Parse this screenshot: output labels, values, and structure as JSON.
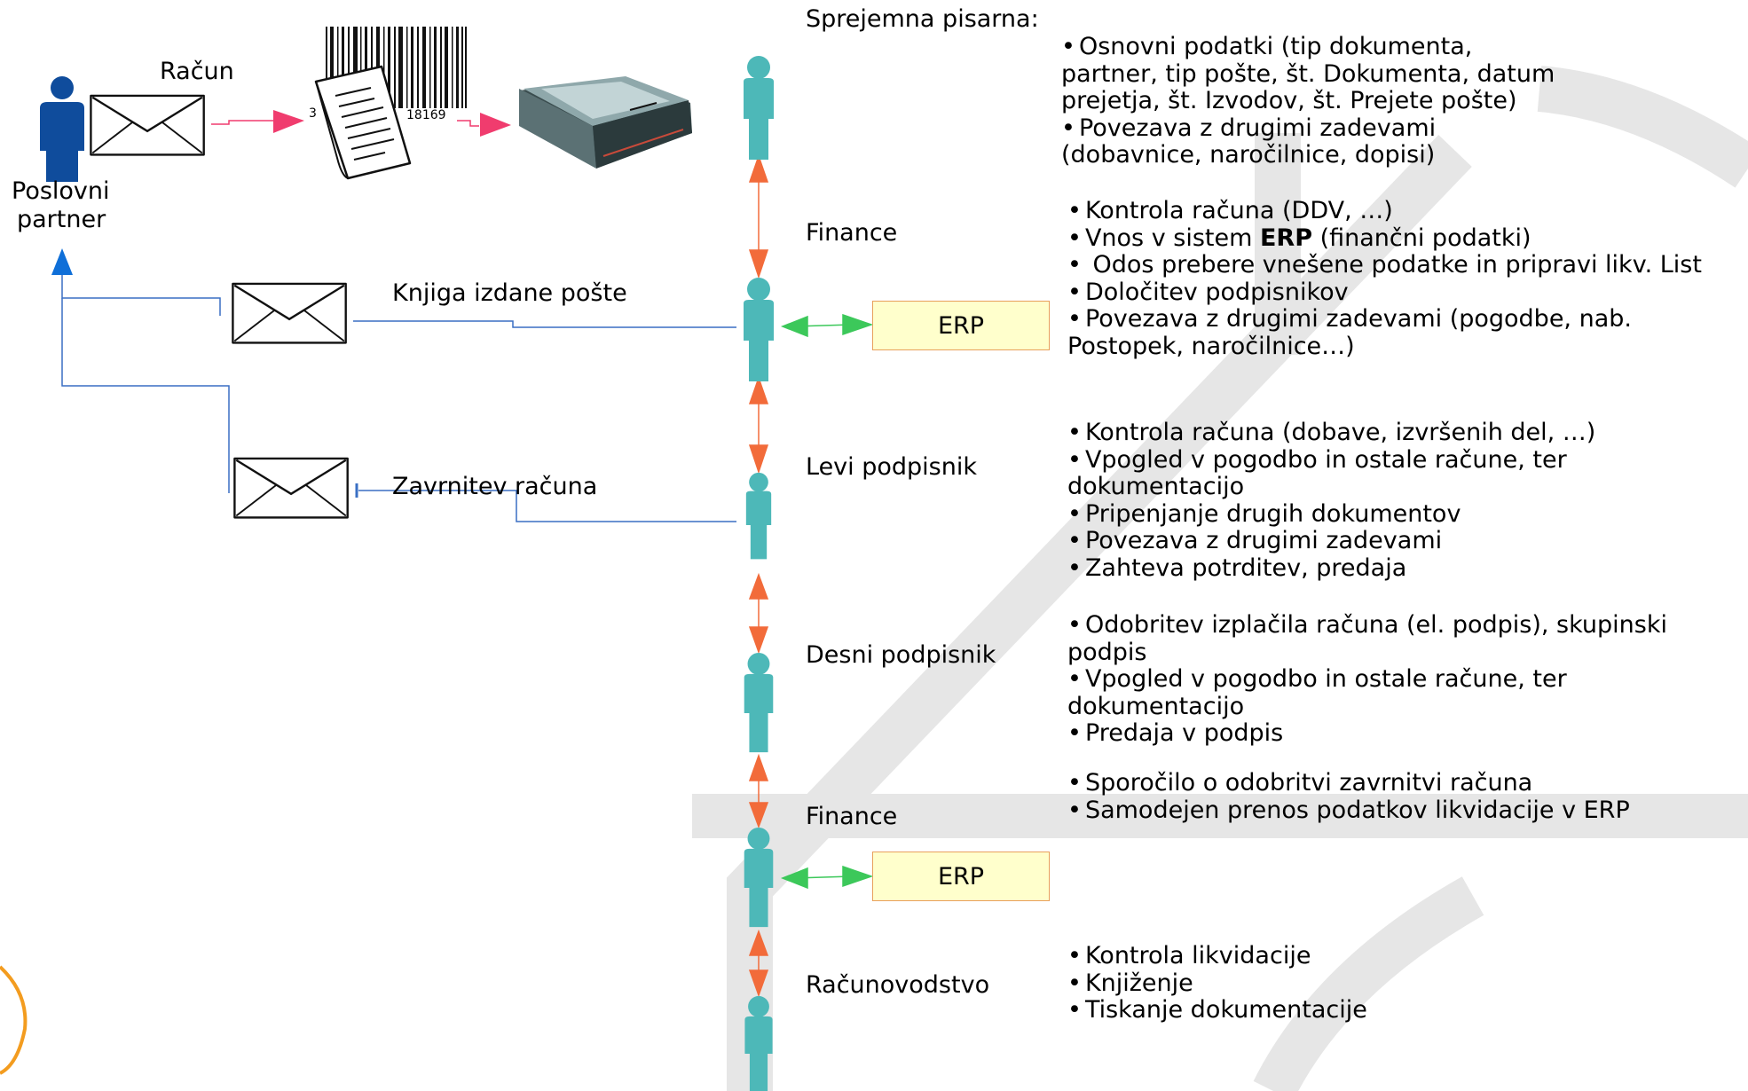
{
  "left": {
    "partner_label_line1": "Poslovni",
    "partner_label_line2": "partner",
    "racun_label": "Račun",
    "barcode_digits_left": "3",
    "barcode_digits_right": "18169",
    "knjiga_label": "Knjiga izdane pošte",
    "zavrnitev_label": "Zavrnitev računa"
  },
  "roles": [
    {
      "label": "Sprejemna pisarna:"
    },
    {
      "label": "Finance"
    },
    {
      "label": "Levi podpisnik"
    },
    {
      "label": "Desni podpisnik"
    },
    {
      "label": "Finance"
    },
    {
      "label": "Računovodstvo"
    }
  ],
  "erp_boxes": [
    {
      "label": "ERP"
    },
    {
      "label": "ERP"
    }
  ],
  "descriptions": {
    "sprejemna": [
      {
        "bullet": "•",
        "text": "Osnovni podatki (tip dokumenta,"
      },
      {
        "bullet": "",
        "text": "partner, tip pošte, št. Dokumenta, datum"
      },
      {
        "bullet": "",
        "text": "prejetja, št. Izvodov, št. Prejete pošte)"
      },
      {
        "bullet": "•",
        "text": "Povezava z drugimi zadevami"
      },
      {
        "bullet": "",
        "text": "(dobavnice, naročilnice, dopisi)"
      }
    ],
    "finance1": {
      "line1": "Kontrola računa (DDV, …)",
      "line2_pre": "Vnos v sistem ",
      "line2_bold": "ERP",
      "line2_post": " (finančni podatki)",
      "line3": " Odos prebere vnešene podatke in pripravi  likv. List",
      "line4": "Določitev podpisnikov",
      "line5": "Povezava z drugimi zadevami (pogodbe, nab.",
      "line6": "Postopek, naročilnice…)"
    },
    "levi": [
      {
        "bullet": "•",
        "text": "Kontrola računa (dobave, izvršenih del, …)"
      },
      {
        "bullet": "•",
        "text": "Vpogled v pogodbo in ostale račune, ter"
      },
      {
        "bullet": "",
        "text": "dokumentacijo"
      },
      {
        "bullet": "•",
        "text": "Pripenjanje drugih dokumentov"
      },
      {
        "bullet": "•",
        "text": "Povezava z drugimi zadevami"
      },
      {
        "bullet": "•",
        "text": "Zahteva potrditev, predaja"
      }
    ],
    "desni": [
      {
        "bullet": "•",
        "text": "Odobritev izplačila računa (el. podpis), skupinski"
      },
      {
        "bullet": "",
        "text": "podpis"
      },
      {
        "bullet": "•",
        "text": "Vpogled v pogodbo in ostale račune, ter"
      },
      {
        "bullet": "",
        "text": "dokumentacijo"
      },
      {
        "bullet": "•",
        "text": "Predaja v podpis"
      }
    ],
    "finance2": [
      {
        "bullet": "•",
        "text": "Sporočilo o odobritvi zavrnitvi računa"
      },
      {
        "bullet": "•",
        "text": "Samodejen prenos podatkov likvidacije v ERP"
      }
    ],
    "racunovodstvo": [
      {
        "bullet": "•",
        "text": "Kontrola likvidacije"
      },
      {
        "bullet": "•",
        "text": "Knjiženje"
      },
      {
        "bullet": "•",
        "text": "Tiskanje dokumentacije"
      }
    ]
  },
  "colors": {
    "person_teal": "#4db8b8",
    "person_blue": "#0f4c9c",
    "arrow_orange": "#f26b3a",
    "arrow_green": "#3cc85a",
    "arrow_pink": "#f03c6e",
    "line_blue": "#3a6fc4",
    "watermark": "#e6e6e6"
  }
}
